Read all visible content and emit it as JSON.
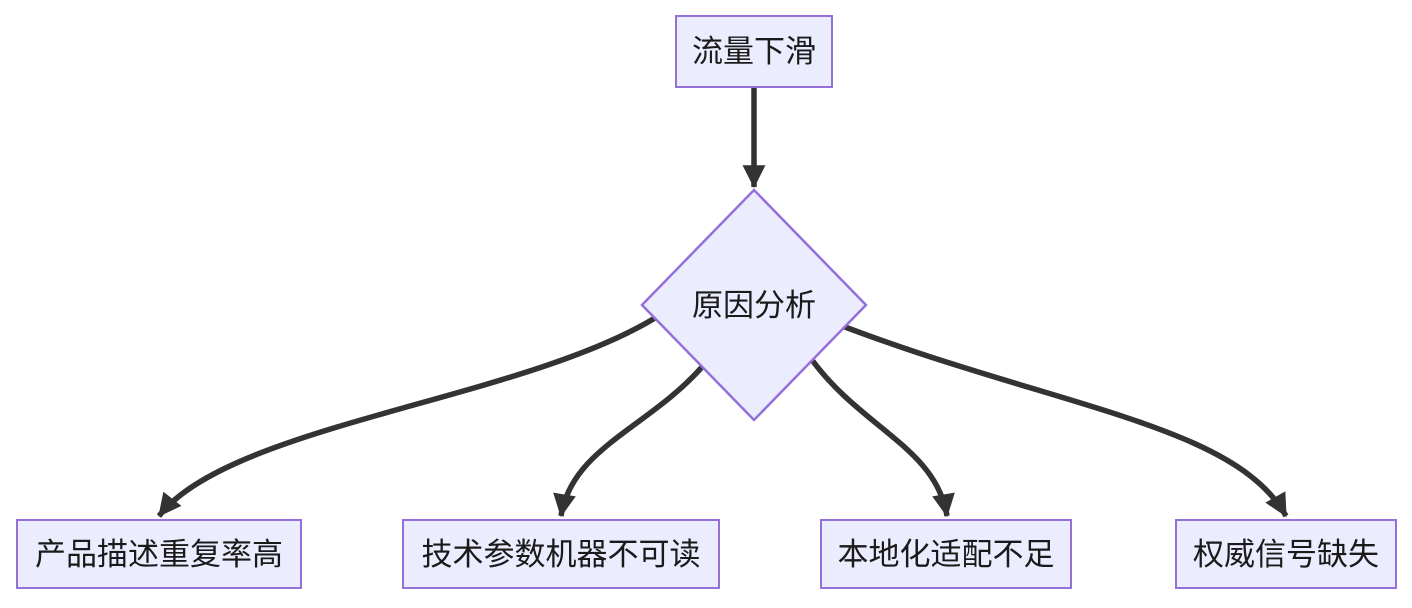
{
  "diagram": {
    "type": "flowchart",
    "direction": "top-down",
    "background_color": "#ffffff",
    "colors": {
      "node_fill": "#ECECFF",
      "node_border": "#9370DB",
      "edge_line": "#333333",
      "text": "#1a1a1a"
    },
    "nodes": [
      {
        "id": "A",
        "shape": "rectangle",
        "label": "流量下滑"
      },
      {
        "id": "B",
        "shape": "diamond",
        "label": "原因分析"
      },
      {
        "id": "C",
        "shape": "rectangle",
        "label": "产品描述重复率高"
      },
      {
        "id": "D",
        "shape": "rectangle",
        "label": "技术参数机器不可读"
      },
      {
        "id": "E",
        "shape": "rectangle",
        "label": "本地化适配不足"
      },
      {
        "id": "F",
        "shape": "rectangle",
        "label": "权威信号缺失"
      }
    ],
    "edges": [
      {
        "from": "流量下滑",
        "to": "原因分析",
        "arrow": "filled-triangle"
      },
      {
        "from": "原因分析",
        "to": "产品描述重复率高",
        "arrow": "filled-triangle"
      },
      {
        "from": "原因分析",
        "to": "技术参数机器不可读",
        "arrow": "filled-triangle"
      },
      {
        "from": "原因分析",
        "to": "本地化适配不足",
        "arrow": "filled-triangle"
      },
      {
        "from": "原因分析",
        "to": "权威信号缺失",
        "arrow": "filled-triangle"
      }
    ]
  }
}
